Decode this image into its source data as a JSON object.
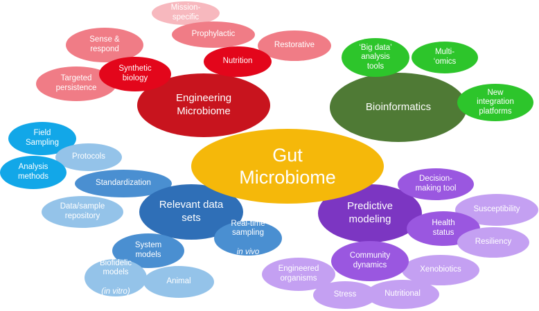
{
  "diagram": {
    "center": {
      "label": "Gut\nMicrobiome",
      "color": "#F5B80A"
    },
    "hubs": {
      "engineering": {
        "label": "Engineering\nMicrobiome",
        "color": "#C8141E"
      },
      "bioinformatics": {
        "label": "Bioinformatics",
        "color": "#4F7A35"
      },
      "predictive": {
        "label": "Predictive\nmodeling",
        "color": "#7C36C2"
      },
      "relevant": {
        "label": "Relevant data\nsets",
        "color": "#2F6FB7"
      }
    },
    "engineering_nodes": {
      "synthetic_biology": {
        "label": "Synthetic\nbiology",
        "color": "#E3061B"
      },
      "nutrition": {
        "label": "Nutrition",
        "color": "#E3061B"
      },
      "targeted_persistence": {
        "label": "Targeted\npersistence",
        "color": "#F07C86"
      },
      "sense_respond": {
        "label": "Sense &\nrespond",
        "color": "#F07C86"
      },
      "prophylactic": {
        "label": "Prophylactic",
        "color": "#F07C86"
      },
      "mission_specific": {
        "label": "Mission-\nspecific",
        "color": "#F7B8BE"
      },
      "restorative": {
        "label": "Restorative",
        "color": "#F07C86"
      }
    },
    "bioinformatics_nodes": {
      "big_data": {
        "label": "‘Big data’\nanalysis\ntools",
        "color": "#2DC52B"
      },
      "multi_omics": {
        "label": "Multi-\n‘omics",
        "color": "#2DC52B"
      },
      "new_integration": {
        "label": "New\nintegration\nplatforms",
        "color": "#2DC52B"
      }
    },
    "predictive_nodes": {
      "decision_making": {
        "label": "Decision-\nmaking tool",
        "color": "#9A57E0"
      },
      "health_status": {
        "label": "Health\nstatus",
        "color": "#9A57E0"
      },
      "susceptibility": {
        "label": "Susceptibility",
        "color": "#C4A0F2"
      },
      "resiliency": {
        "label": "Resiliency",
        "color": "#C4A0F2"
      },
      "community_dynamics": {
        "label": "Community\ndynamics",
        "color": "#9A57E0"
      },
      "engineered_organisms": {
        "label": "Engineered\norganisms",
        "color": "#C4A0F2"
      },
      "xenobiotics": {
        "label": "Xenobiotics",
        "color": "#C4A0F2"
      },
      "stress": {
        "label": "Stress",
        "color": "#C4A0F2"
      },
      "nutritional": {
        "label": "Nutritional",
        "color": "#C4A0F2"
      }
    },
    "relevant_nodes": {
      "field_sampling": {
        "label": "Field\nSampling",
        "color": "#12A7E8"
      },
      "analysis_methods": {
        "label": "Analysis\nmethods",
        "color": "#12A7E8"
      },
      "protocols": {
        "label": "Protocols",
        "color": "#94C3E9"
      },
      "standardization": {
        "label": "Standardization",
        "color": "#4A8FD1"
      },
      "data_sample": {
        "label": "Data/sample\nrepository",
        "color": "#94C3E9"
      },
      "real_time": {
        "label": "Real-time\nsampling",
        "label_italic": "in vivo",
        "color": "#4A8FD1"
      },
      "system_models": {
        "label": "System\nmodels",
        "color": "#4A8FD1"
      },
      "biofidelic": {
        "label": "Biofidelic\nmodels",
        "label_italic": "(in vitro)",
        "color": "#94C3E9"
      },
      "animal": {
        "label": "Animal",
        "color": "#94C3E9"
      }
    }
  }
}
